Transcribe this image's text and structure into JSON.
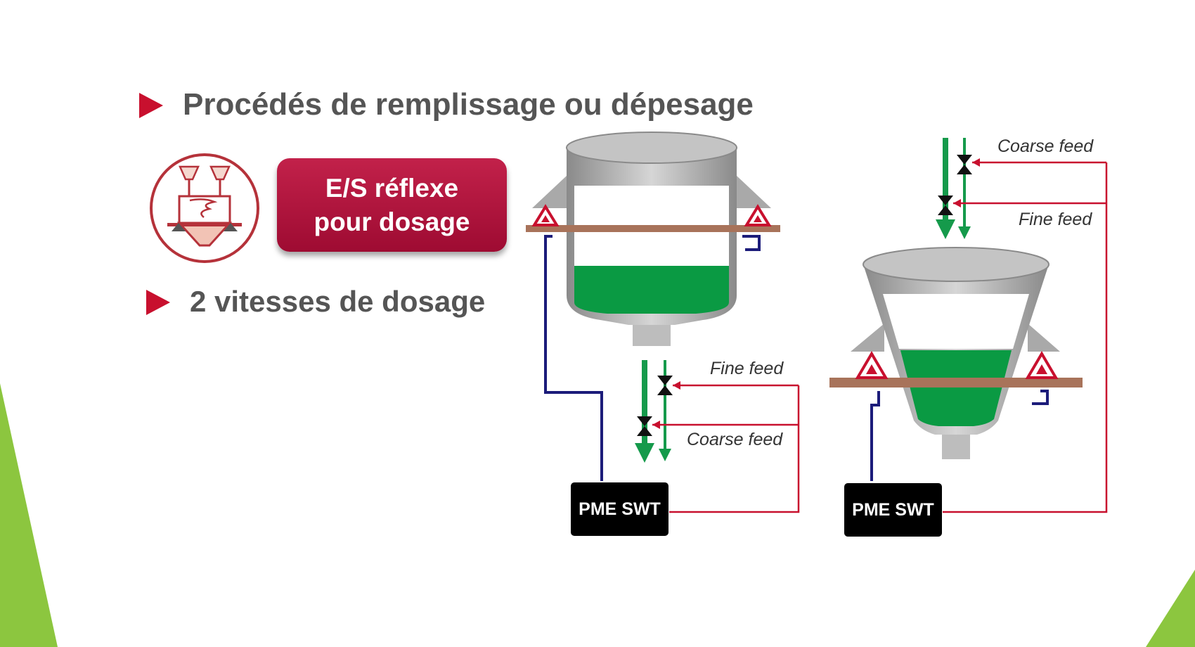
{
  "slide": {
    "bullets": [
      {
        "text": "Procédés de remplissage ou dépesage"
      },
      {
        "text": "2 vitesses de dosage"
      }
    ],
    "badge": {
      "line1": "E/S réflexe",
      "line2": "pour dosage"
    }
  },
  "diagrams": {
    "left": {
      "controller": "PME SWT",
      "upper_feed": "Fine feed",
      "lower_feed": "Coarse feed"
    },
    "right": {
      "controller": "PME SWT",
      "upper_feed": "Coarse feed",
      "lower_feed": "Fine feed"
    }
  },
  "colors": {
    "accent_red": "#c8102e",
    "badge_red": "#b0143c",
    "product_green": "#0a9a43",
    "feed_green": "#159a4b",
    "signal_blue": "#1c1c7a",
    "beam_brown": "#a8735a",
    "decor_green": "#8cc63f",
    "vessel_gray": "#9a9a9a"
  },
  "icons": [
    "play-arrow-icon",
    "dosing-station-icon",
    "load-cell-icon",
    "valve-icon"
  ]
}
